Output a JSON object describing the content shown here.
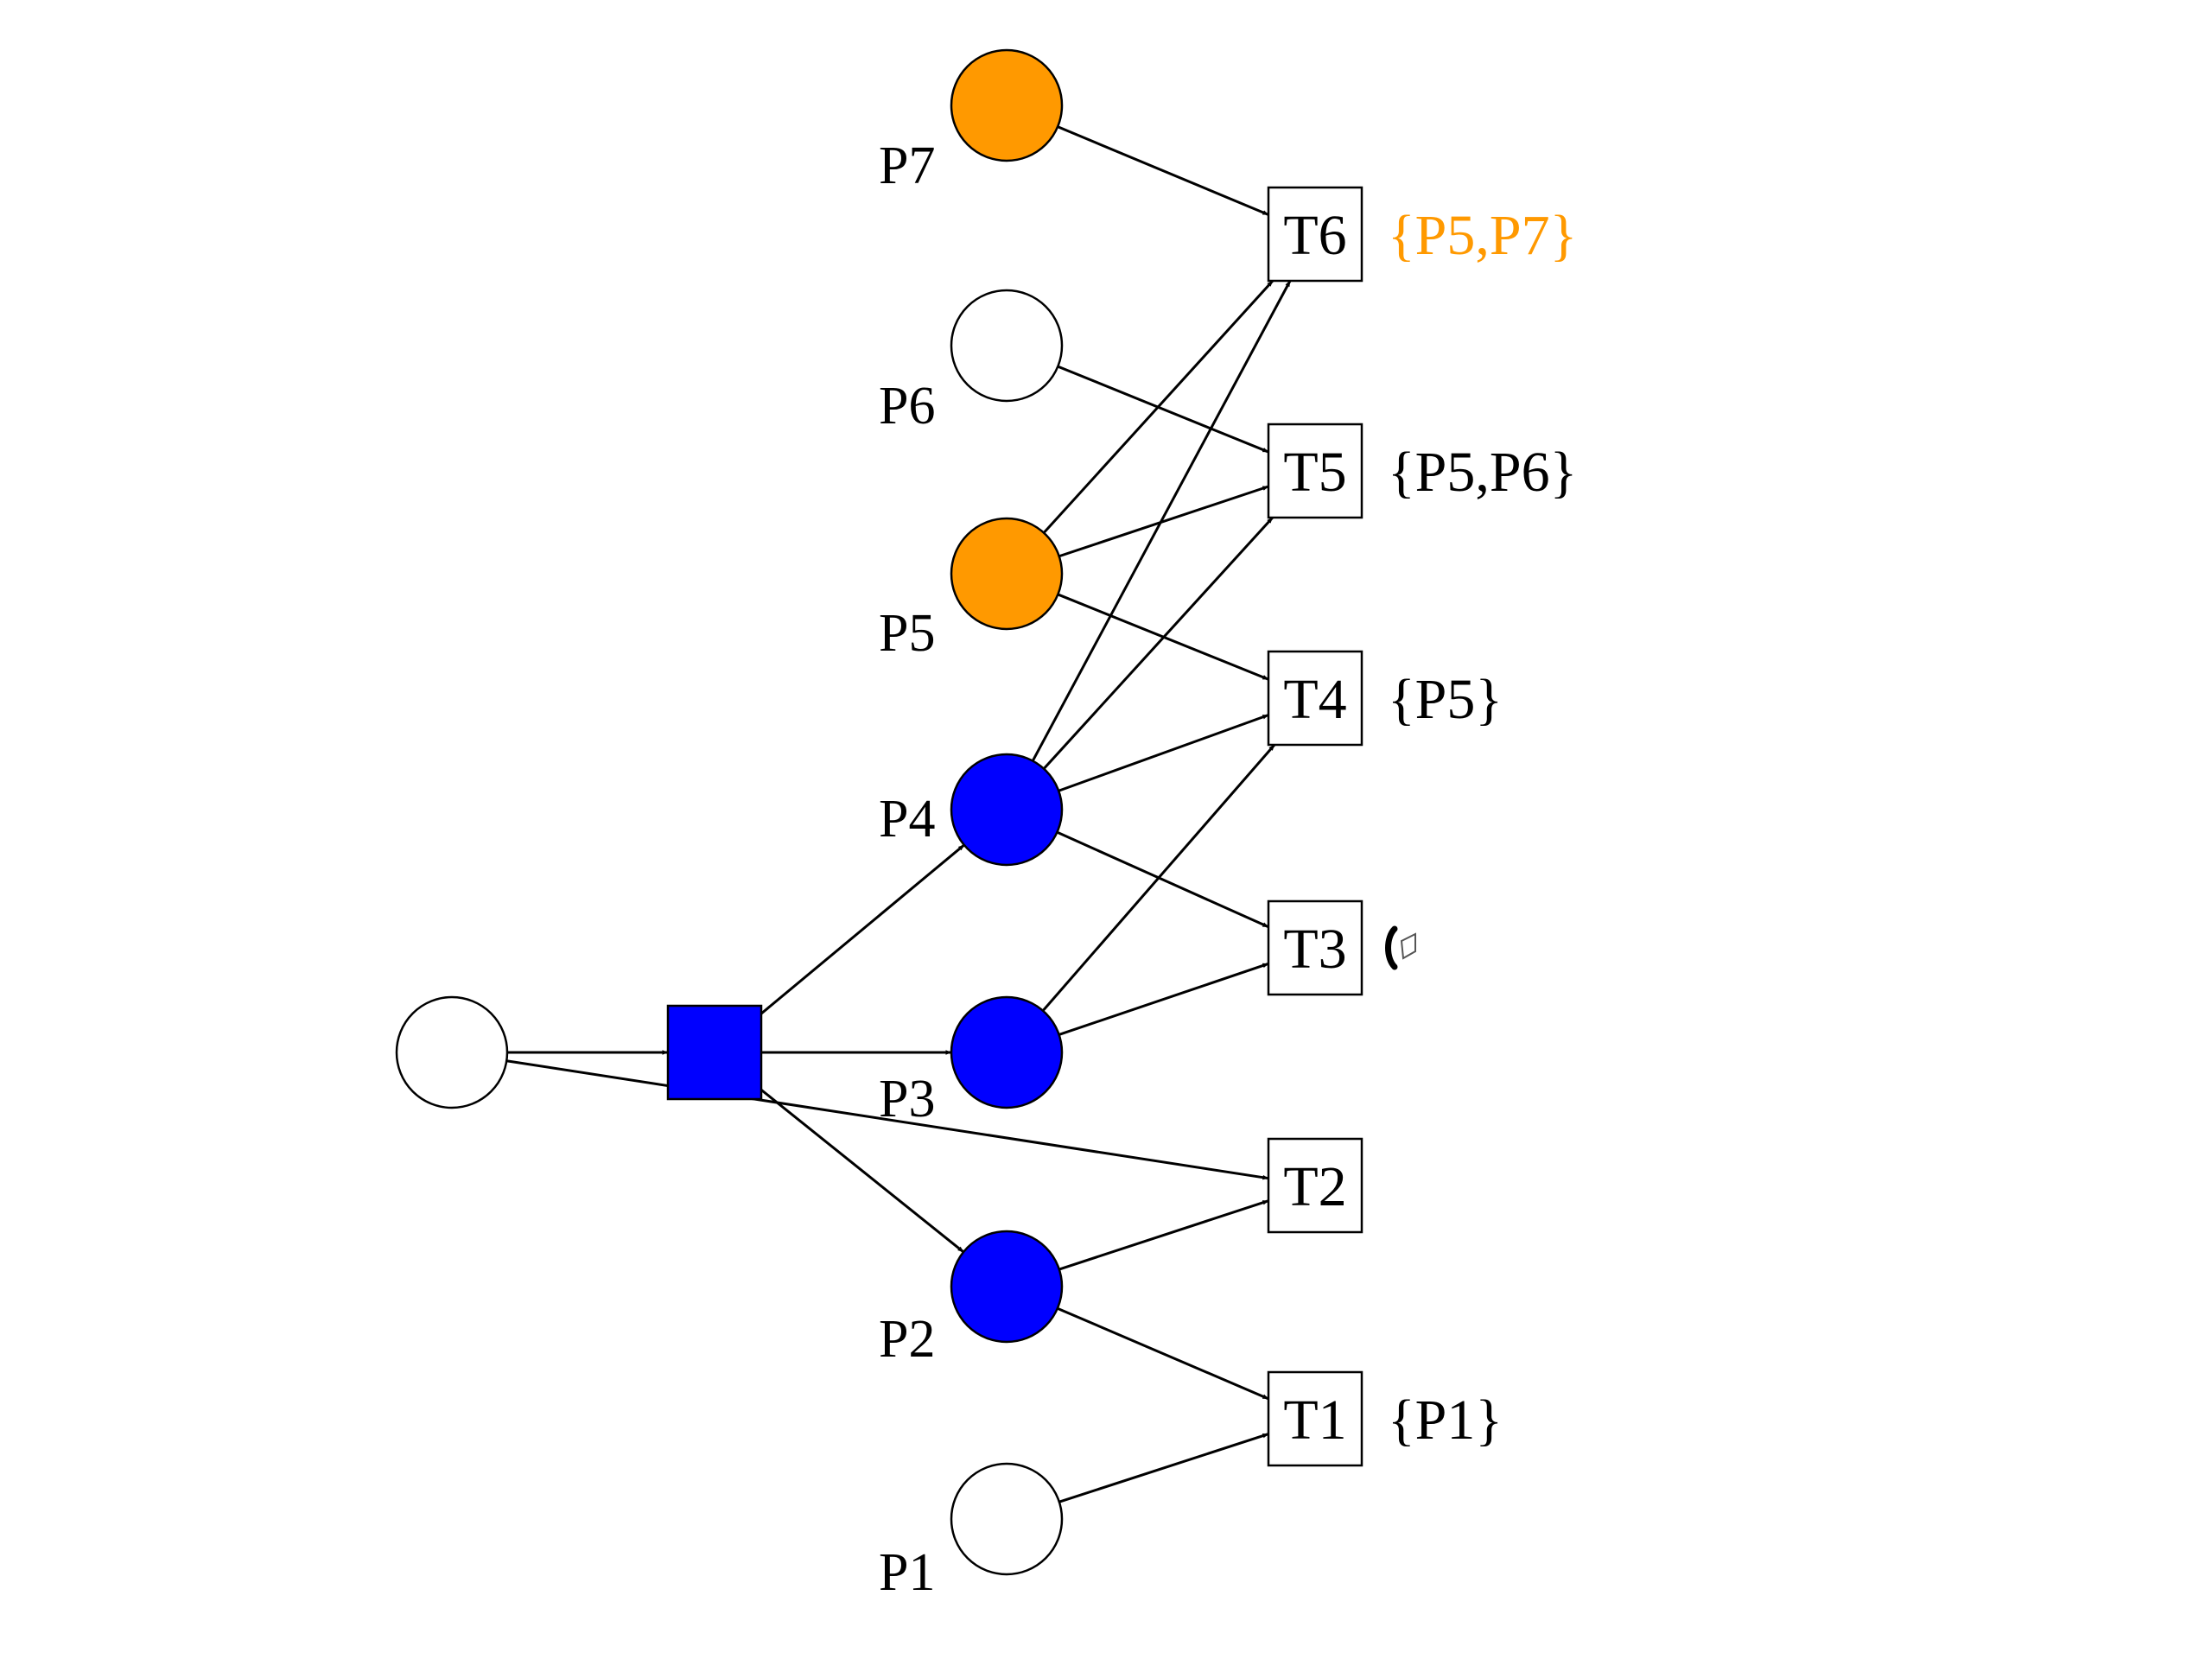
{
  "colors": {
    "orange": "#FF9900",
    "blue": "#0000FF",
    "white": "#FFFFFF",
    "black": "#000000"
  },
  "places": [
    {
      "id": "P7",
      "label": "P7",
      "fill": "orange"
    },
    {
      "id": "P6",
      "label": "P6",
      "fill": "white"
    },
    {
      "id": "P5",
      "label": "P5",
      "fill": "orange"
    },
    {
      "id": "P4",
      "label": "P4",
      "fill": "blue"
    },
    {
      "id": "P3",
      "label": "P3",
      "fill": "blue"
    },
    {
      "id": "P2",
      "label": "P2",
      "fill": "blue"
    },
    {
      "id": "P1",
      "label": "P1",
      "fill": "white"
    },
    {
      "id": "source",
      "label": "",
      "fill": "white"
    }
  ],
  "transitions": [
    {
      "id": "T6",
      "label": "T6",
      "set": "{P5,P7}",
      "set_color": "orange"
    },
    {
      "id": "T5",
      "label": "T5",
      "set": "{P5,P6}",
      "set_color": "black"
    },
    {
      "id": "T4",
      "label": "T4",
      "set": "{P5}",
      "set_color": "black"
    },
    {
      "id": "T3",
      "label": "T3",
      "set": "",
      "set_icon": "broken-glyph-icon",
      "set_color": "black"
    },
    {
      "id": "T2",
      "label": "T2",
      "set": "",
      "set_color": "black"
    },
    {
      "id": "T1",
      "label": "T1",
      "set": "{P1}",
      "set_color": "black"
    },
    {
      "id": "center",
      "label": "",
      "set": "",
      "fill": "blue"
    }
  ],
  "arcs": [
    {
      "from": "source",
      "to": "center"
    },
    {
      "from": "source",
      "to": "T2"
    },
    {
      "from": "center",
      "to": "P4"
    },
    {
      "from": "center",
      "to": "P3"
    },
    {
      "from": "center",
      "to": "P2"
    },
    {
      "from": "P7",
      "to": "T6"
    },
    {
      "from": "P6",
      "to": "T5"
    },
    {
      "from": "P5",
      "to": "T6"
    },
    {
      "from": "P5",
      "to": "T5"
    },
    {
      "from": "P5",
      "to": "T4"
    },
    {
      "from": "P4",
      "to": "T6"
    },
    {
      "from": "P4",
      "to": "T5"
    },
    {
      "from": "P4",
      "to": "T4"
    },
    {
      "from": "P4",
      "to": "T3"
    },
    {
      "from": "P3",
      "to": "T4"
    },
    {
      "from": "P3",
      "to": "T3"
    },
    {
      "from": "P2",
      "to": "T2"
    },
    {
      "from": "P2",
      "to": "T1"
    },
    {
      "from": "P1",
      "to": "T1"
    }
  ]
}
